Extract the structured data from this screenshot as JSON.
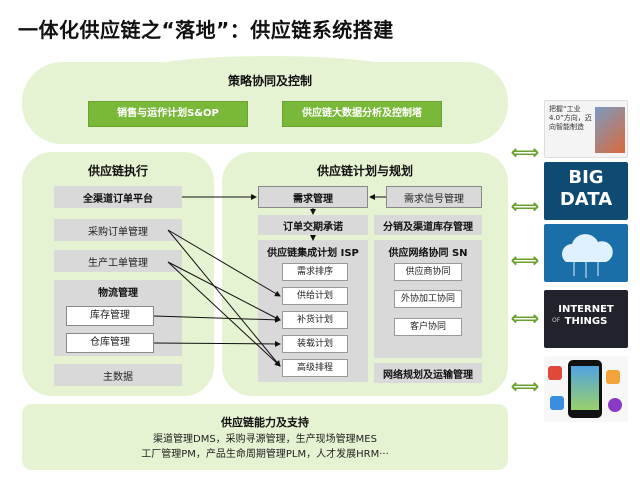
{
  "title": "一体化供应链之“落地”：供应链系统搭建",
  "strategy": {
    "title": "策略协同及控制",
    "left_button": "销售与运作计划S&OP",
    "right_button": "供应链大数据分析及控制塔"
  },
  "execution": {
    "title": "供应链执行",
    "order_platform": "全渠道订单平台",
    "purchase_order": "采购订单管理",
    "production_order": "生产工单管理",
    "logistics": {
      "title": "物流管理",
      "inventory": "库存管理",
      "warehouse": "仓库管理"
    },
    "master_data": "主数据"
  },
  "planning": {
    "title": "供应链计划与规划",
    "demand_mgmt": "需求管理",
    "demand_signal": "需求信号管理",
    "order_promise": "订单交期承诺",
    "distribution_inventory": "分销及渠道库存管理",
    "isp": {
      "title": "供应链集成计划 ISP",
      "items": [
        "需求排序",
        "供给计划",
        "补货计划",
        "装载计划",
        "高级排程"
      ]
    },
    "sn": {
      "title": "供应网络协同 SN",
      "items": [
        "供应商协同",
        "外协加工协同",
        "客户协同"
      ]
    },
    "network_planning": "网络规划及运输管理"
  },
  "capability": {
    "title": "供应链能力及支持",
    "line1": "渠道管理DMS，采购寻源管理，生产现场管理MES",
    "line2": "工厂管理PM，产品生命周期管理PLM，人才发展HRM···"
  },
  "thumbnails": {
    "first_caption": "把握“工业4.0”方向，迈向智能制造",
    "big_data_line1": "BIG",
    "big_data_line2": "DATA",
    "iot_line1": "INTERNET",
    "iot_line2": "THINGS",
    "iot_prefix": "OF"
  },
  "colors": {
    "accent_green": "#7ab83a",
    "panel_green": "#e6f3d2",
    "grey_panel": "#d9d9d9"
  }
}
